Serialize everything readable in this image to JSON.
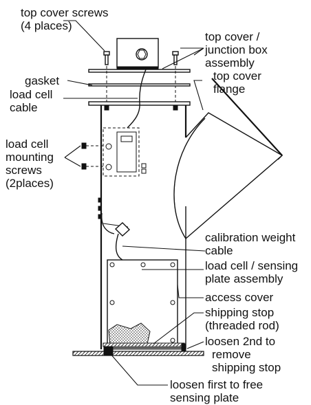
{
  "labels": {
    "top_cover_screws": [
      "top cover screws",
      "(4 places)"
    ],
    "top_cover_junction_box": [
      "top cover /",
      "junction box",
      "assembly"
    ],
    "gasket": [
      "gasket"
    ],
    "load_cell_cable": [
      "load cell",
      "cable"
    ],
    "top_cover_flange": [
      "top cover",
      "flange"
    ],
    "load_cell_mounting_screws": [
      "load cell",
      "mounting",
      "screws",
      "(2places)"
    ],
    "calibration_weight_cable": [
      "calibration weight",
      "cable"
    ],
    "load_cell_sensing_plate": [
      "load cell / sensing",
      "plate assembly"
    ],
    "access_cover": [
      "access cover"
    ],
    "shipping_stop": [
      "shipping stop",
      "(threaded rod)"
    ],
    "loosen_2nd": [
      "loosen 2nd to",
      "remove",
      "shipping stop"
    ],
    "loosen_first": [
      "loosen first to free",
      "sensing plate"
    ]
  }
}
